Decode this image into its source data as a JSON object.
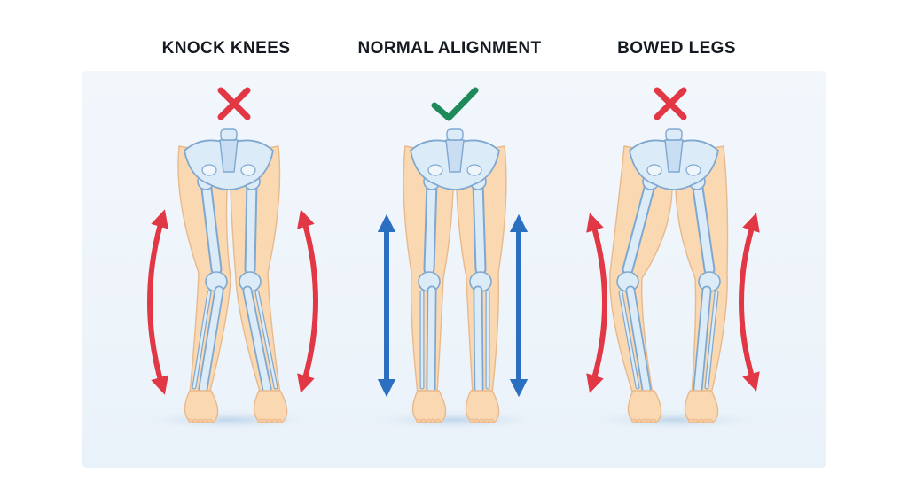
{
  "panels": [
    {
      "title": "KNOCK KNEES",
      "status": "incorrect",
      "status_icon": "cross-icon",
      "arrow_color": "#e23744"
    },
    {
      "title": "NORMAL ALIGNMENT",
      "status": "correct",
      "status_icon": "check-icon",
      "arrow_color": "#2a6fc0"
    },
    {
      "title": "BOWED LEGS",
      "status": "incorrect",
      "status_icon": "cross-icon",
      "arrow_color": "#e23744"
    }
  ],
  "colors": {
    "skin": "#f9d8b2",
    "skin_edge": "#e8b98c",
    "bone": "#dcebf8",
    "bone_edge": "#7fa8d0",
    "cross": "#e23744",
    "check": "#1e8a5a"
  }
}
